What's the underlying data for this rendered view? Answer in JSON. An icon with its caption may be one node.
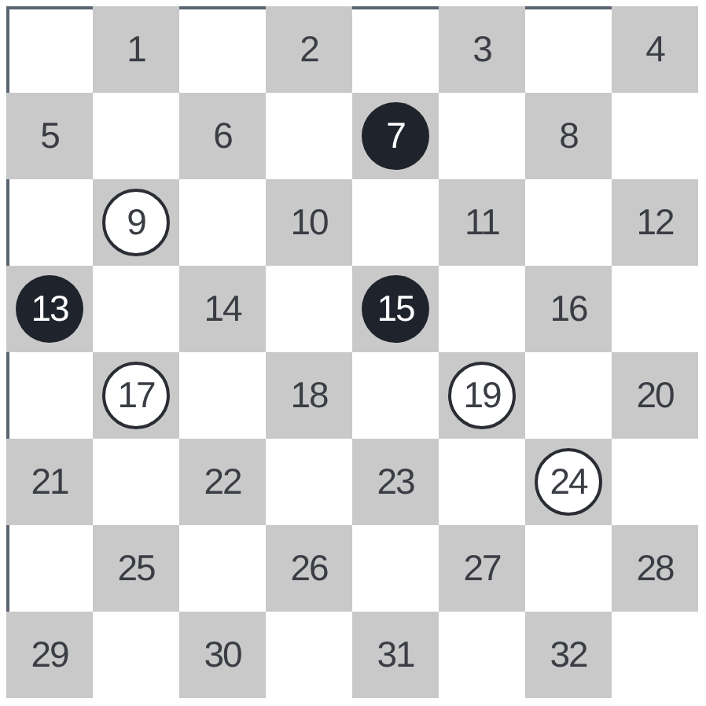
{
  "diagram": {
    "nodes": [
      {
        "text": [
          "1"
        ]
      },
      {
        "text": [
          "2"
        ]
      },
      {
        "text": [
          "3"
        ]
      },
      {
        "text": [
          "4"
        ]
      },
      {
        "text": [
          "5"
        ]
      },
      {
        "text": [
          "6"
        ]
      },
      {
        "text": [],
        "shape": "box"
      },
      {
        "text": [
          "7"
        ],
        "in": 6
      },
      {
        "text": [
          "8"
        ]
      },
      {
        "text": [],
        "shape": "box"
      },
      {
        "text": [
          "9"
        ],
        "in": 9
      },
      {
        "text": [
          "10"
        ]
      },
      {
        "text": [
          "11"
        ]
      },
      {
        "text": [
          "12"
        ]
      },
      {
        "text": [],
        "shape": "box"
      },
      {
        "text": [
          "13"
        ],
        "in": 14
      },
      {
        "text": [
          "14"
        ]
      },
      {
        "text": [],
        "shape": "box"
      },
      {
        "text": [
          "15"
        ],
        "in": 17
      },
      {
        "text": [
          "16"
        ]
      },
      {
        "text": [],
        "shape": "box"
      },
      {
        "text": [
          "17"
        ],
        "in": 20
      },
      {
        "text": [
          "18"
        ]
      },
      {
        "text": [],
        "shape": "box"
      },
      {
        "text": [
          "19"
        ],
        "in": 23
      },
      {
        "text": [
          "20"
        ]
      },
      {
        "text": [
          "21"
        ]
      },
      {
        "text": [
          "22"
        ]
      },
      {
        "text": [
          "23"
        ]
      },
      {
        "text": [],
        "shape": "box"
      },
      {
        "text": [
          "24"
        ],
        "in": 29
      },
      {
        "text": [
          "25"
        ]
      },
      {
        "text": [
          "26"
        ]
      },
      {
        "text": [
          "27"
        ]
      },
      {
        "text": [
          "28"
        ]
      },
      {
        "text": [
          "29"
        ]
      },
      {
        "text": [
          "30"
        ]
      },
      {
        "text": [
          "31"
        ]
      },
      {
        "text": [
          "32"
        ]
      }
    ]
  }
}
